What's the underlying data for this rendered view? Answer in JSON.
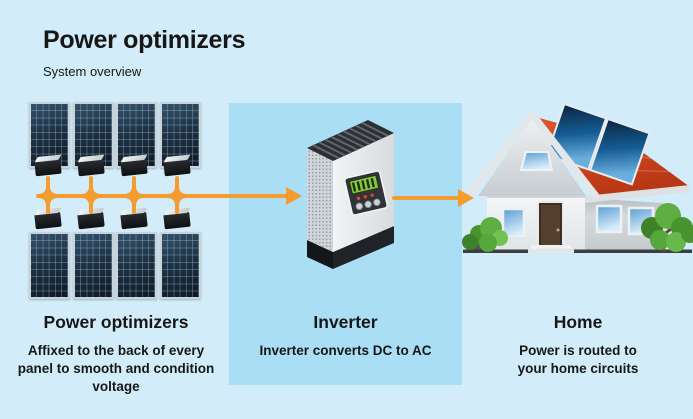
{
  "header": {
    "title": "Power optimizers",
    "subtitle": "System overview"
  },
  "sections": {
    "optimizers": {
      "heading": "Power optimizers",
      "caption": "Affixed to the back of every\npanel to smooth and condition\nvoltage"
    },
    "inverter": {
      "heading": "Inverter",
      "caption": "Inverter converts DC to AC"
    },
    "home": {
      "heading": "Home",
      "caption": "Power is routed to\nyour home circuits"
    }
  },
  "illustrations": {
    "solar_array": {
      "icon": "solar-panel-array-icon",
      "panel_count": 8,
      "optimizer_count": 8
    },
    "inverter_unit": {
      "icon": "inverter-icon"
    },
    "house": {
      "icon": "house-with-rooftop-solar-icon"
    },
    "flow_arrows": {
      "icon": "power-flow-arrow-icon",
      "count": 2
    }
  },
  "colors": {
    "background": "#d2edf9",
    "inverter_highlight_panel": "#a9def5",
    "wire_orange": "#f59c2f",
    "text": "#171717"
  }
}
